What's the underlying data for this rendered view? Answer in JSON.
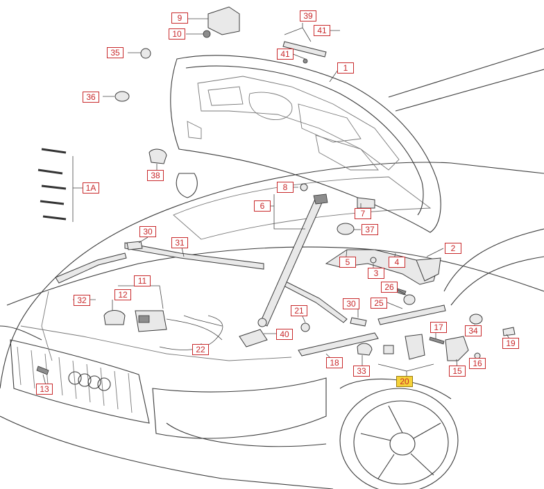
{
  "callouts": {
    "c9": "9",
    "c10": "10",
    "c35": "35",
    "c36": "36",
    "c39": "39",
    "c41a": "41",
    "c41b": "41",
    "c1": "1",
    "c38": "38",
    "c1A": "1A",
    "c8": "8",
    "c6": "6",
    "c7": "7",
    "c37": "37",
    "c30a": "30",
    "c31": "31",
    "c2": "2",
    "c5": "5",
    "c4": "4",
    "c3": "3",
    "c11": "11",
    "c12": "12",
    "c32": "32",
    "c26": "26",
    "c21": "21",
    "c30b": "30",
    "c25": "25",
    "c40": "40",
    "c22": "22",
    "c17": "17",
    "c34": "34",
    "c19": "19",
    "c18": "18",
    "c33": "33",
    "c16": "16",
    "c15": "15",
    "c20": "20",
    "c13": "13"
  }
}
